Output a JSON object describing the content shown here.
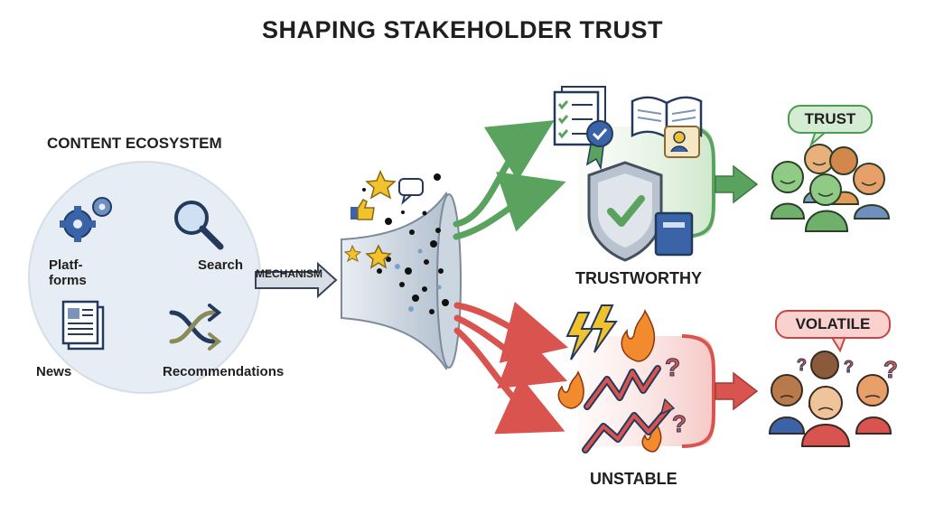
{
  "title": "SHAPING STAKEHOLDER TRUST",
  "ecosystem": {
    "title": "CONTENT ECOSYSTEM",
    "items": {
      "platforms_line1": "Platf-",
      "platforms_line2": "forms",
      "search": "Search",
      "news": "News",
      "recommendations": "Recommendations"
    }
  },
  "mechanism": "MECHANISM",
  "outcomes": {
    "trustworthy": "TRUSTWORTHY",
    "unstable": "UNSTABLE",
    "trust_bubble": "TRUST",
    "volatile_bubble": "VOLATILE"
  },
  "colors": {
    "green": "#5aa35f",
    "red": "#d9534f",
    "circle_fill": "#e6edf4",
    "funnel": "#c8d3de",
    "yellow": "#f2c12e",
    "orange": "#f28b2e"
  }
}
